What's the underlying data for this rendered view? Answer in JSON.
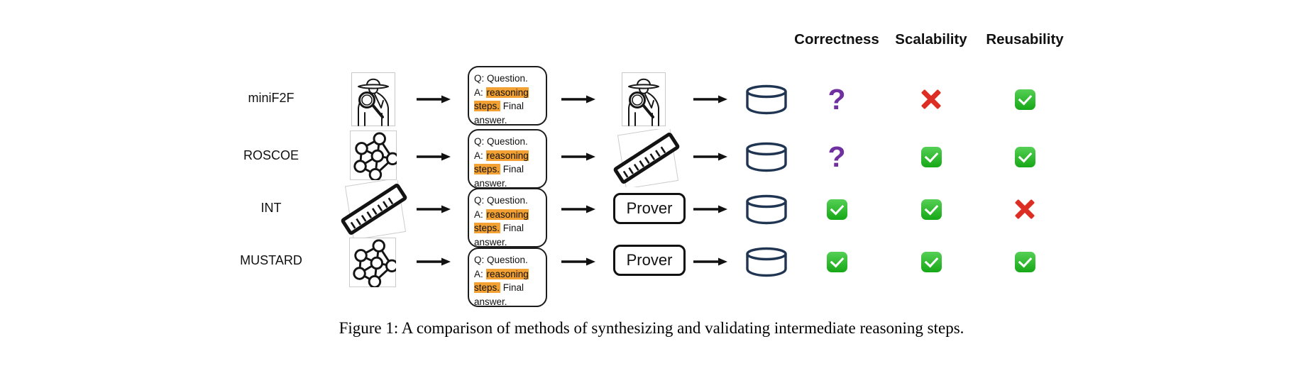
{
  "header": {
    "columns": [
      "Correctness",
      "Scalability",
      "Reusability"
    ]
  },
  "rows": [
    {
      "label": "miniF2F",
      "generator": "detective",
      "validator": "detective",
      "correctness": "question",
      "scalability": "cross",
      "reusability": "check"
    },
    {
      "label": "ROSCOE",
      "generator": "neural-net",
      "validator": "ruler",
      "correctness": "question",
      "scalability": "check",
      "reusability": "check"
    },
    {
      "label": "INT",
      "generator": "ruler",
      "validator": "prover",
      "correctness": "check",
      "scalability": "check",
      "reusability": "cross"
    },
    {
      "label": "MUSTARD",
      "generator": "neural-net",
      "validator": "prover",
      "correctness": "check",
      "scalability": "check",
      "reusability": "check"
    }
  ],
  "qa_box": {
    "q": "Q: Question.",
    "a_prefix": "A: ",
    "highlight": "reasoning steps.",
    "suffix": " Final answer."
  },
  "prover_label": "Prover",
  "glyphs": {
    "question_mark": "?"
  },
  "caption": "Figure 1: A comparison of methods of synthesizing and validating intermediate reasoning steps.",
  "colors": {
    "highlight": "#F2A132",
    "purple": "#7030A0",
    "red": "#DD2E23",
    "green1": "#55CF55",
    "green2": "#16A816",
    "db": "#1F3552"
  }
}
